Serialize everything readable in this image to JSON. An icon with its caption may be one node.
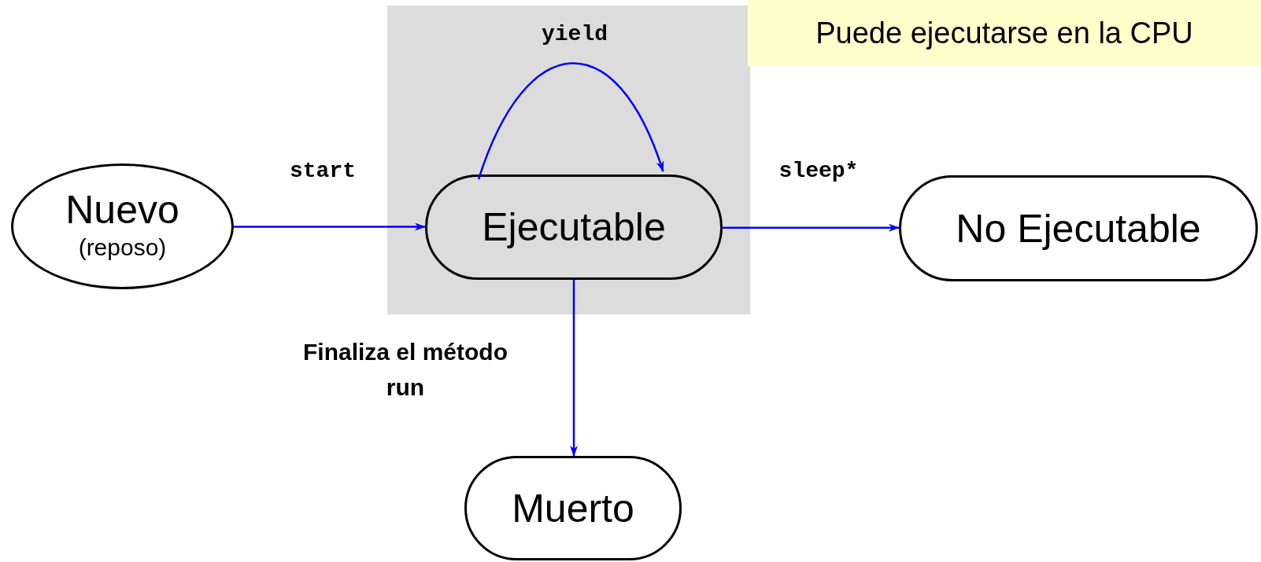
{
  "diagram": {
    "nodes": [
      {
        "text": [
          "Nuevo",
          "(reposo)"
        ]
      },
      {
        "text": [],
        "shape": "box"
      },
      {
        "text": [
          "Ejecutable"
        ],
        "in": 1
      },
      {
        "text": [
          "Puede ejecutarse en la CPU"
        ]
      },
      {
        "text": [
          "No Ejecutable"
        ]
      },
      {
        "text": [
          "Muerto"
        ]
      }
    ],
    "edges": [
      {
        "from": 0,
        "to": 2,
        "arrow": "to",
        "label": "start"
      },
      {
        "from": 2,
        "to": 2,
        "arrow": "to",
        "label": "yield"
      },
      {
        "from": 2,
        "to": 4,
        "arrow": "to",
        "label": "sleep*"
      },
      {
        "from": 2,
        "to": 5,
        "arrow": "to",
        "label": "Finaliza el método run"
      }
    ]
  }
}
